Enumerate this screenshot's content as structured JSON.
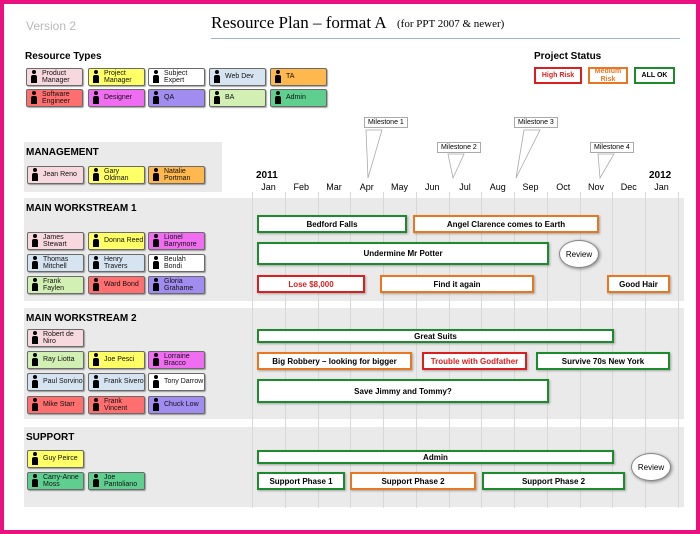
{
  "version": "Version 2",
  "title": "Resource Plan – format A",
  "subtitle": "(for PPT 2007 & newer)",
  "resource_types": {
    "label": "Resource Types",
    "items": [
      {
        "label": "Product Manager",
        "color": "#f7d8de"
      },
      {
        "label": "Project Manager",
        "color": "#ffff66"
      },
      {
        "label": "Subject Expert",
        "color": "#ffffff"
      },
      {
        "label": "Web Dev",
        "color": "#d6e4f2"
      },
      {
        "label": "TA",
        "color": "#ffb84d"
      },
      {
        "label": "Software Engineer",
        "color": "#ff6f6f"
      },
      {
        "label": "Designer",
        "color": "#f06cf0"
      },
      {
        "label": "QA",
        "color": "#a18cf0"
      },
      {
        "label": "BA",
        "color": "#d2f0b4"
      },
      {
        "label": "Admin",
        "color": "#5fcf90"
      }
    ]
  },
  "project_status": {
    "label": "Project Status",
    "items": [
      {
        "label": "High Risk",
        "color": "#d82020"
      },
      {
        "label": "Medium Risk",
        "color": "#e87722"
      },
      {
        "label": "ALL OK",
        "color": "#1e8a2e"
      }
    ]
  },
  "timeline": {
    "year_start": "2011",
    "year_end": "2012",
    "months": [
      "Jan",
      "Feb",
      "Mar",
      "Apr",
      "May",
      "Jun",
      "Jul",
      "Aug",
      "Sep",
      "Oct",
      "Nov",
      "Dec",
      "Jan"
    ]
  },
  "milestones": [
    "Milestone 1",
    "Milestone 2",
    "Milestone 3",
    "Milestone 4"
  ],
  "sections": {
    "management": {
      "label": "MANAGEMENT",
      "people": [
        "Jean Reno",
        "Gary Oldman",
        "Natalie Portman"
      ]
    },
    "ws1": {
      "label": "MAIN WORKSTREAM  1",
      "people": [
        "James Stewart",
        "Donna Reed",
        "Lionel Barrymore",
        "Thomas Mitchell",
        "Henry Travers",
        "Beulah Bondi",
        "Frank Faylen",
        "Ward Bond",
        "Gloria Grahame"
      ],
      "tasks": [
        "Bedford Falls",
        "Angel Clarence comes to Earth",
        "Undermine Mr Potter",
        "Lose $8,000",
        "Find it again",
        "Good Hair"
      ],
      "review": "Review"
    },
    "ws2": {
      "label": "MAIN WORKSTREAM  2",
      "people": [
        "Robert de Niro",
        "Ray Liotta",
        "Joe Pesci",
        "Lorraine Bracco",
        "Paul Sorvino",
        "Frank Sivero",
        "Tony Darrow",
        "Mike Starr",
        "Frank Vincent",
        "Chuck Low"
      ],
      "tasks": [
        "Great Suits",
        "Big Robbery  – looking for bigger",
        "Trouble with Godfather",
        "Survive 70s  New York",
        "Save Jimmy and Tommy?"
      ]
    },
    "support": {
      "label": "SUPPORT",
      "people": [
        "Guy Peirce",
        "Carry-Anne Moss",
        "Joe Pantoliano"
      ],
      "tasks": [
        "Admin",
        "Support Phase 1",
        "Support Phase 2",
        "Support Phase 2"
      ],
      "review": "Review"
    }
  }
}
